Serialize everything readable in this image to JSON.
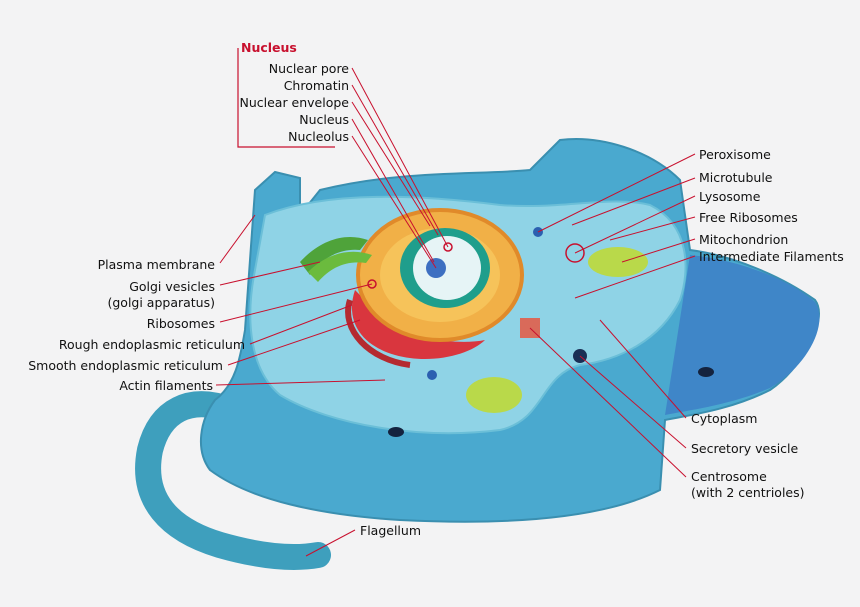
{
  "nucleus_group": {
    "title": "Nucleus",
    "items": [
      "Nuclear pore",
      "Chromatin",
      "Nuclear envelope",
      "Nucleus",
      "Nucleolus"
    ]
  },
  "left_labels": {
    "plasma_membrane": "Plasma membrane",
    "golgi_1": "Golgi vesicles",
    "golgi_2": "(golgi apparatus)",
    "ribosomes": "Ribosomes",
    "rough_er": "Rough endoplasmic reticulum",
    "smooth_er": "Smooth endoplasmic reticulum",
    "actin": "Actin filaments",
    "flagellum": "Flagellum"
  },
  "right_labels": {
    "peroxisome": "Peroxisome",
    "microtubule": "Microtubule",
    "lysosome": "Lysosome",
    "free_ribosomes": "Free Ribosomes",
    "mitochondrion": "Mitochondrion",
    "intermediate": "Intermediate Filaments",
    "cytoplasm": "Cytoplasm",
    "secretory": "Secretory vesicle",
    "centrosome_1": "Centrosome",
    "centrosome_2": "(with 2 centrioles)"
  },
  "colors": {
    "title": "#c8102e",
    "leader": "#c8102e",
    "cell_outer": "#4aa9cf",
    "cytoplasm": "#8fd3e6",
    "tail": "#3e9fbd"
  }
}
